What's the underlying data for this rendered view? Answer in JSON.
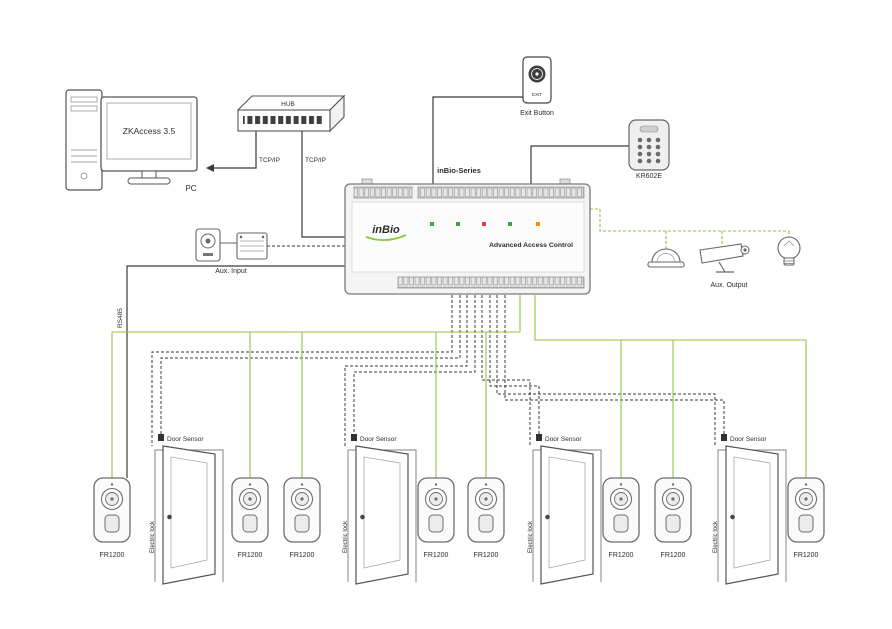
{
  "colors": {
    "wire_black": "#3a3a3a",
    "wire_green": "#8dc63f",
    "text": "#2d2d2d"
  },
  "pc": {
    "screen_title": "ZKAccess 3.5",
    "label": "PC"
  },
  "hub": {
    "label": "HUB"
  },
  "links": {
    "tcpip_pc": "TCP/IP",
    "tcpip_controller": "TCP/IP",
    "rs485": "RS485"
  },
  "exit_button": {
    "device_text": "EXIT",
    "label": "Exit Button"
  },
  "keypad": {
    "label": "KR602E"
  },
  "controller": {
    "series_label": "inBio-Series",
    "brand": "inBio",
    "caption": "Advanced Access Control",
    "leds": [
      "#43a047",
      "#43a047",
      "#e53935",
      "#43a047",
      "#fb8c00"
    ]
  },
  "aux_input": {
    "label": "Aux. Input"
  },
  "aux_output": {
    "label": "Aux. Output"
  },
  "door": {
    "sensor_label": "Door Sensor",
    "lock_label": "Electric lock"
  },
  "reader": {
    "label": "FR1200"
  }
}
